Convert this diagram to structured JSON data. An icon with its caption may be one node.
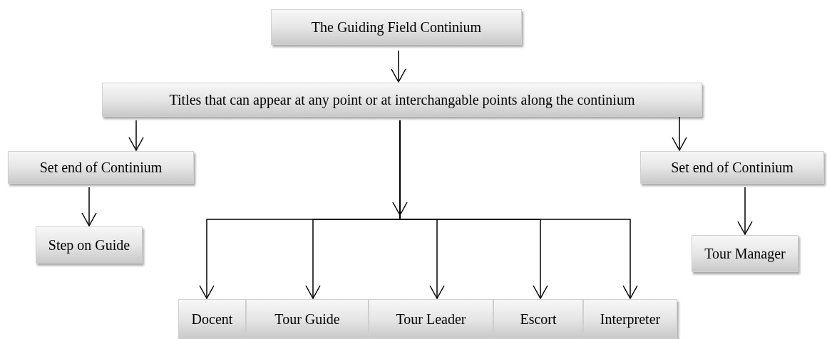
{
  "diagram": {
    "nodes": [
      {
        "text": [
          "The Guiding Field Continium"
        ]
      },
      {
        "text": [
          "Titles that can appear at any point or at interchangable points along the continium"
        ]
      },
      {
        "text": [
          "Set end of Continium"
        ]
      },
      {
        "text": [
          "Step on Guide"
        ]
      },
      {
        "text": [
          "Set end of Continium"
        ]
      },
      {
        "text": [
          "Tour Manager"
        ]
      },
      {
        "text": [
          "Docent"
        ]
      },
      {
        "text": [
          "Tour Guide"
        ]
      },
      {
        "text": [
          "Tour Leader"
        ]
      },
      {
        "text": [
          "Escort"
        ]
      },
      {
        "text": [
          "Interpreter"
        ]
      }
    ],
    "edges": [
      {
        "from": 0,
        "to": 1,
        "arrow": "to"
      },
      {
        "from": 1,
        "to": 2,
        "arrow": "to"
      },
      {
        "from": 2,
        "to": 3,
        "arrow": "to"
      },
      {
        "from": 1,
        "to": 4,
        "arrow": "to"
      },
      {
        "from": 4,
        "to": 5,
        "arrow": "to"
      },
      {
        "from": 1,
        "to": 6,
        "arrow": "to"
      },
      {
        "from": 1,
        "to": 7,
        "arrow": "to"
      },
      {
        "from": 1,
        "to": 8,
        "arrow": "to"
      },
      {
        "from": 1,
        "to": 9,
        "arrow": "to"
      },
      {
        "from": 1,
        "to": 10,
        "arrow": "to"
      }
    ]
  }
}
